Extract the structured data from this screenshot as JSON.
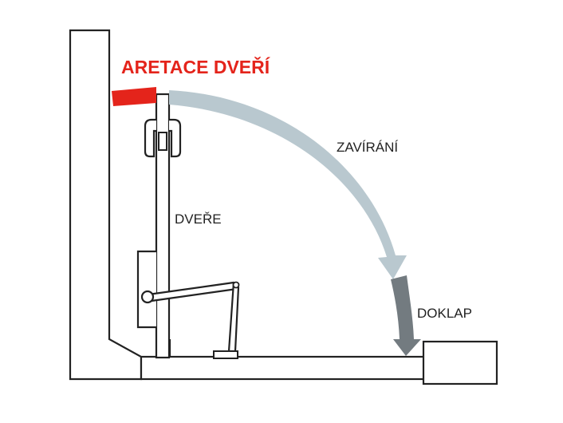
{
  "labels": {
    "detent": "ARETACE DVEŘÍ",
    "closing": "ZAVÍRÁNÍ",
    "door": "DVEŘE",
    "final_close": "DOKLAP"
  },
  "colors": {
    "outline": "#222222",
    "detent_arc": "#e4241b",
    "detent_text": "#e4241b",
    "closing_arc": "#b9c8cf",
    "final_close_arc": "#737b80",
    "background": "#ffffff"
  }
}
